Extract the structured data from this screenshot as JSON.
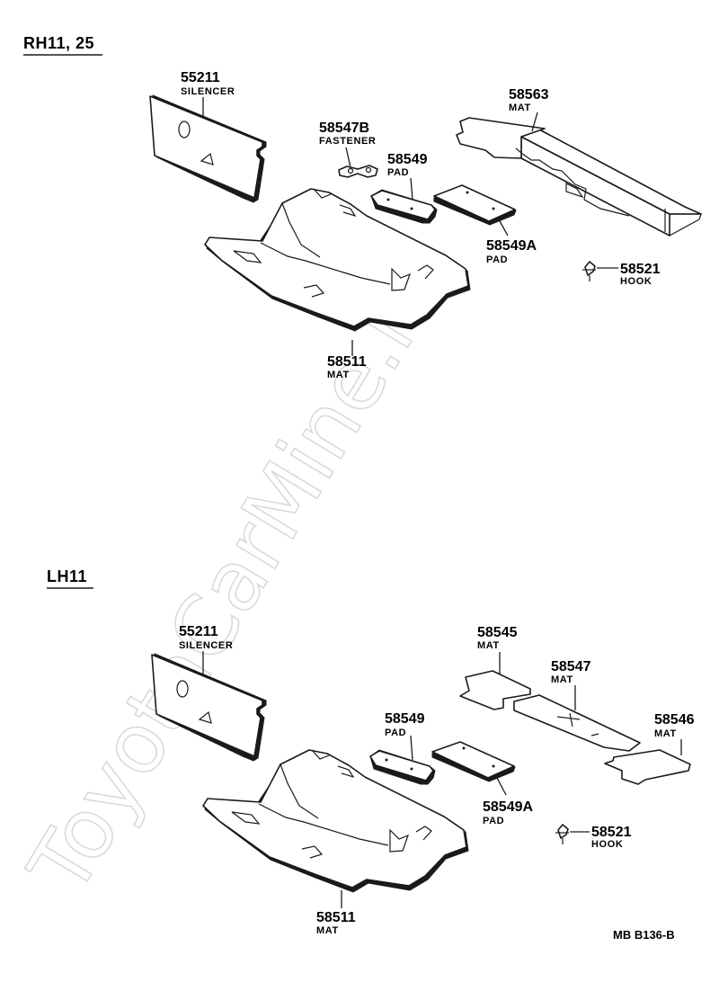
{
  "sections": [
    {
      "title": "RH11, 25",
      "parts": [
        {
          "number": "55211",
          "name": "SILENCER"
        },
        {
          "number": "58547B",
          "name": "FASTENER"
        },
        {
          "number": "58549",
          "name": "PAD"
        },
        {
          "number": "58563",
          "name": "MAT"
        },
        {
          "number": "58549A",
          "name": "PAD"
        },
        {
          "number": "58521",
          "name": "HOOK"
        },
        {
          "number": "58511",
          "name": "MAT"
        }
      ]
    },
    {
      "title": "LH11",
      "parts": [
        {
          "number": "55211",
          "name": "SILENCER"
        },
        {
          "number": "58545",
          "name": "MAT"
        },
        {
          "number": "58547",
          "name": "MAT"
        },
        {
          "number": "58549",
          "name": "PAD"
        },
        {
          "number": "58546",
          "name": "MAT"
        },
        {
          "number": "58549A",
          "name": "PAD"
        },
        {
          "number": "58521",
          "name": "HOOK"
        },
        {
          "number": "58511",
          "name": "MAT"
        }
      ]
    }
  ],
  "reference": "MB  B136-B",
  "watermark": "ToyotaCarMine.ru"
}
